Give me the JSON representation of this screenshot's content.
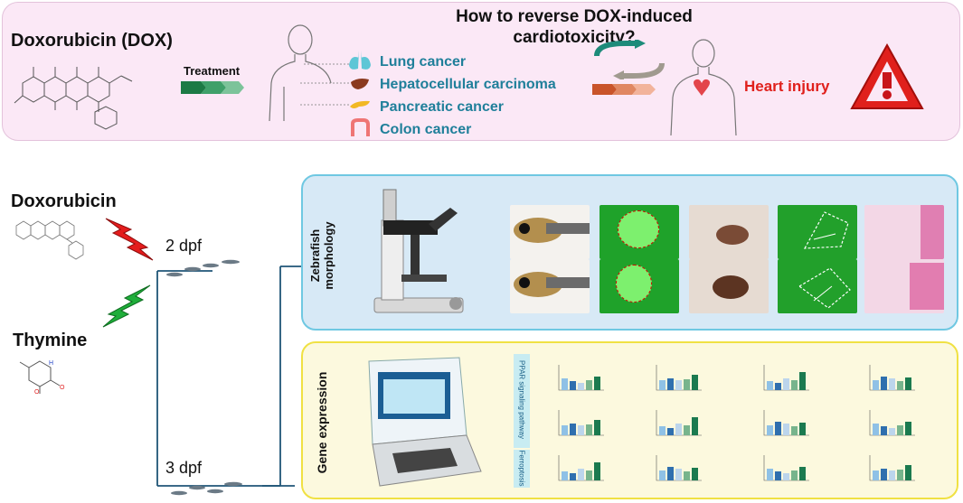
{
  "top": {
    "drug_title": "Doxorubicin (DOX)",
    "treatment_label": "Treatment",
    "question": "How to reverse DOX-induced cardiotoxicity?",
    "cancers": [
      "Lung cancer",
      "Hepatocellular carcinoma",
      "Pancreatic cancer",
      "Colon cancer"
    ],
    "outcome": "Heart injury"
  },
  "left": {
    "drug": "Doxorubicin",
    "rescue": "Thymine",
    "timepoints": [
      "2 dpf",
      "3 dpf"
    ]
  },
  "morphology": {
    "label_line1": "Zebrafish",
    "label_line2": "morphology"
  },
  "gene": {
    "label": "Gene expression",
    "pathway_1": "PPAR signaling pathway",
    "pathway_2": "Ferroptosis"
  },
  "colors": {
    "banner_bg": "#fbe8f6",
    "morph_bg": "#d7e9f6",
    "morph_border": "#6fc8e2",
    "gene_bg": "#fcf9de",
    "gene_border": "#f0e143",
    "cancer_text": "#1f7f9a",
    "injury": "#e0201c",
    "bar_green": "#1b7a4f",
    "bar_blue": "#8fc1e6"
  }
}
